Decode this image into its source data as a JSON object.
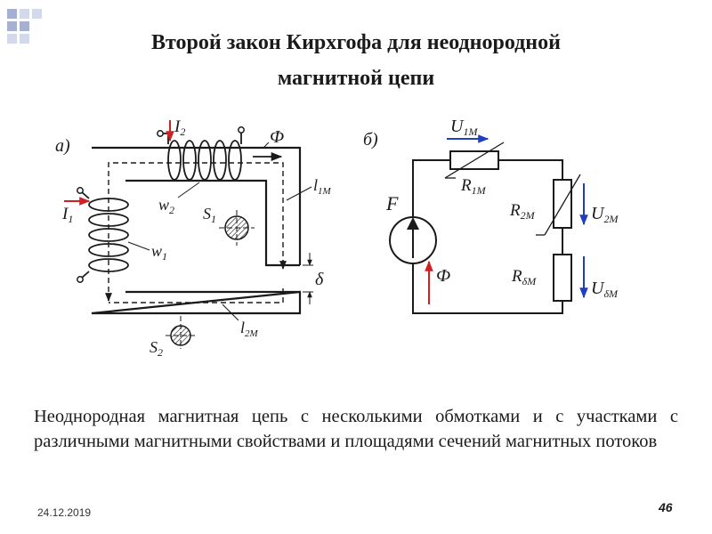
{
  "slide": {
    "title_line1": "Второй закон Кирхгофа для неоднородной",
    "title_line2": "магнитной цепи",
    "body": "Неоднородная магнитная цепь с несколькими обмотками и с участками с различными магнитными свойствами и площадями сечений магнитных потоков",
    "date": "24.12.2019",
    "page_number": "46"
  },
  "colors": {
    "accent": "#a6b0d3",
    "current_arrow": "#d02020",
    "voltage_arrow": "#1f3fbf",
    "line": "#1a1a1a"
  },
  "diagram_a": {
    "label": "а)",
    "I1": {
      "main": "I",
      "sub": "1"
    },
    "I2": {
      "main": "I",
      "sub": "2"
    },
    "w1": {
      "main": "w",
      "sub": "1"
    },
    "w2": {
      "main": "w",
      "sub": "2"
    },
    "flux": "Ф",
    "l1M": {
      "main": "l",
      "sub": "1M"
    },
    "l2M": {
      "main": "l",
      "sub": "2M"
    },
    "S1": {
      "main": "S",
      "sub": "1"
    },
    "S2": {
      "main": "S",
      "sub": "2"
    },
    "delta": "δ"
  },
  "diagram_b": {
    "label": "б)",
    "U1M": {
      "main": "U",
      "sub": "1M"
    },
    "R1M": {
      "main": "R",
      "sub": "1M"
    },
    "R2M": {
      "main": "R",
      "sub": "2M"
    },
    "U2M": {
      "main": "U",
      "sub": "2M"
    },
    "RdM": {
      "main": "R",
      "sub": "δM"
    },
    "UdM": {
      "main": "U",
      "sub": "δM"
    },
    "F": "F",
    "flux": "Ф"
  }
}
